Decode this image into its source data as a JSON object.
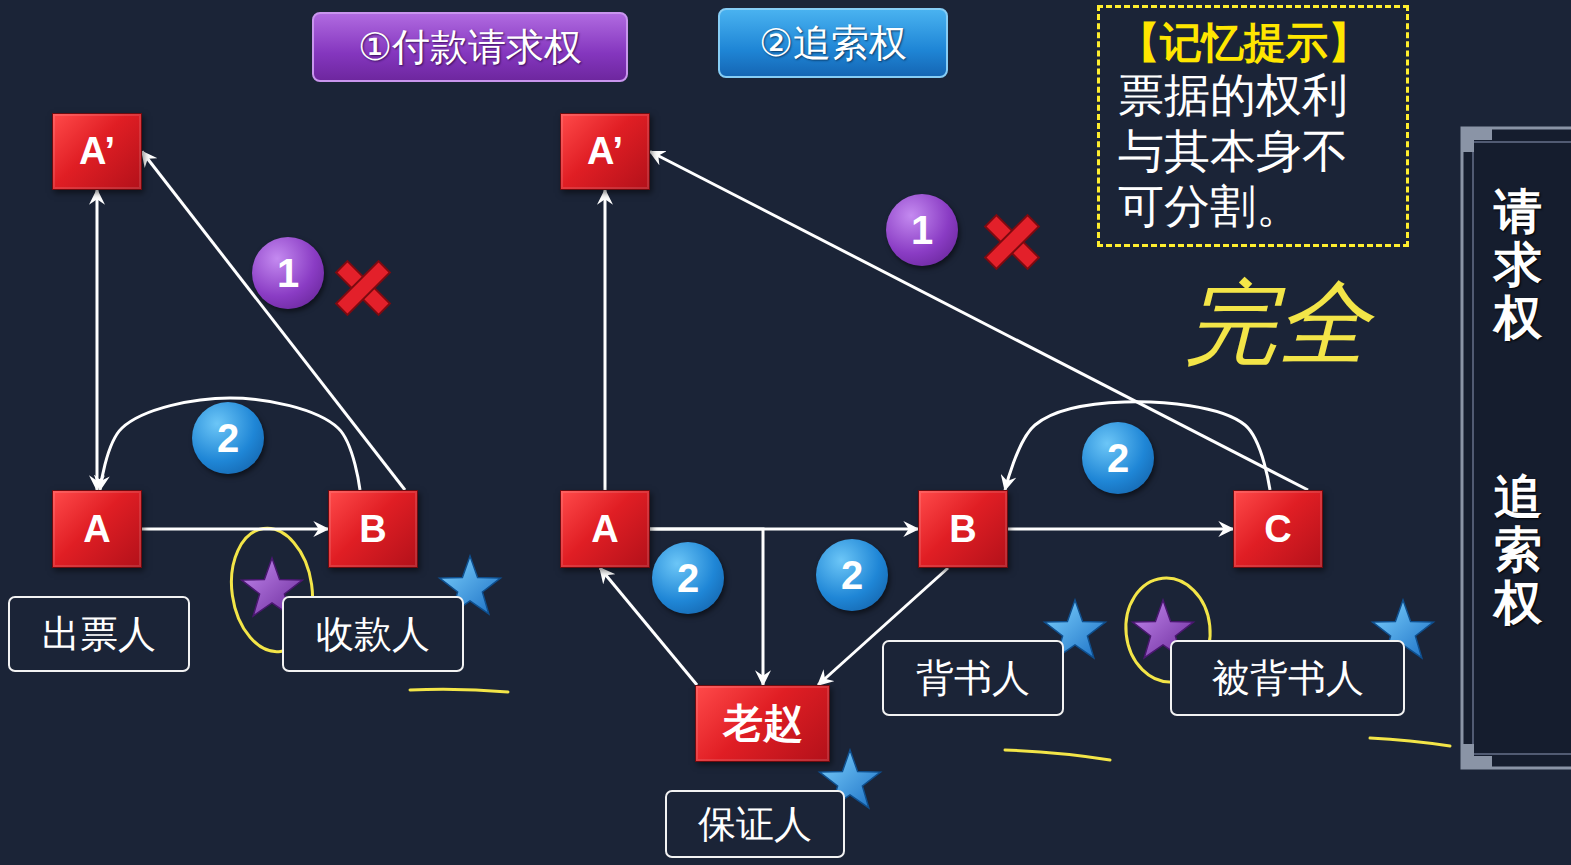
{
  "diagram": {
    "nodes": [
      {
        "text": [
          "①付款请求权"
        ]
      },
      {
        "text": [
          "②追索权"
        ]
      },
      {
        "text": [
          "【记忆提示】",
          "票据的权利与其本身不可分割。"
        ]
      },
      {
        "text": [
          "A’"
        ]
      },
      {
        "text": [
          "A"
        ]
      },
      {
        "text": [
          "B"
        ]
      },
      {
        "text": [
          "出票人"
        ]
      },
      {
        "text": [
          "收款人"
        ]
      },
      {
        "text": [
          "A’"
        ]
      },
      {
        "text": [
          "A"
        ]
      },
      {
        "text": [
          "B"
        ]
      },
      {
        "text": [
          "C"
        ]
      },
      {
        "text": [
          "老赵"
        ]
      },
      {
        "text": [
          "背书人"
        ]
      },
      {
        "text": [
          "被背书人"
        ]
      },
      {
        "text": [
          "保证人"
        ]
      }
    ],
    "edges": [
      {
        "from": 4,
        "to": 3,
        "arrow": "both"
      },
      {
        "from": 5,
        "to": 3,
        "label": "1",
        "arrow": "to"
      },
      {
        "from": 5,
        "to": 4,
        "label": "2",
        "arrow": "to"
      },
      {
        "from": 4,
        "to": 5,
        "arrow": "to"
      },
      {
        "from": 9,
        "to": 8,
        "arrow": "to"
      },
      {
        "from": 11,
        "to": 8,
        "label": "1",
        "arrow": "to"
      },
      {
        "from": 11,
        "to": 10,
        "label": "2",
        "arrow": "to"
      },
      {
        "from": 9,
        "to": 10,
        "arrow": "to"
      },
      {
        "from": 10,
        "to": 11,
        "arrow": "to"
      },
      {
        "from": 9,
        "to": 12,
        "arrow": "to"
      },
      {
        "from": 10,
        "to": 12,
        "label": "2",
        "arrow": "to"
      },
      {
        "from": 12,
        "to": 9,
        "label": "2",
        "arrow": "to"
      }
    ],
    "labels": [
      "完全",
      "请求权",
      "追索权"
    ]
  }
}
